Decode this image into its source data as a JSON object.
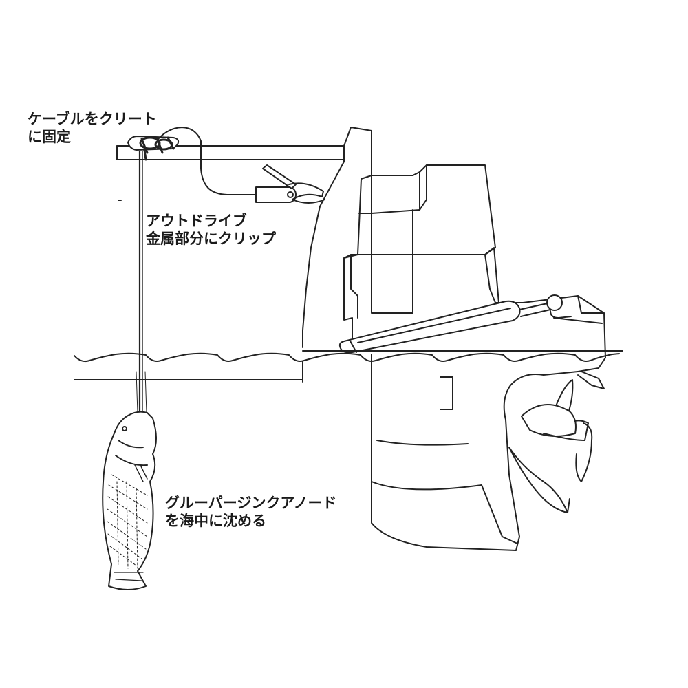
{
  "callouts": {
    "cleat": {
      "line1": "ケーブルをクリート",
      "line2": "に固定"
    },
    "clip": {
      "line1": "アウトドライブ",
      "line2": "金属部分にクリップ"
    },
    "anode": {
      "line1": "グルーパージンクアノード",
      "line2": "を海中に沈める"
    }
  },
  "colors": {
    "line": "#222222",
    "fill": "#ffffff",
    "text": "#1a1a1a"
  }
}
